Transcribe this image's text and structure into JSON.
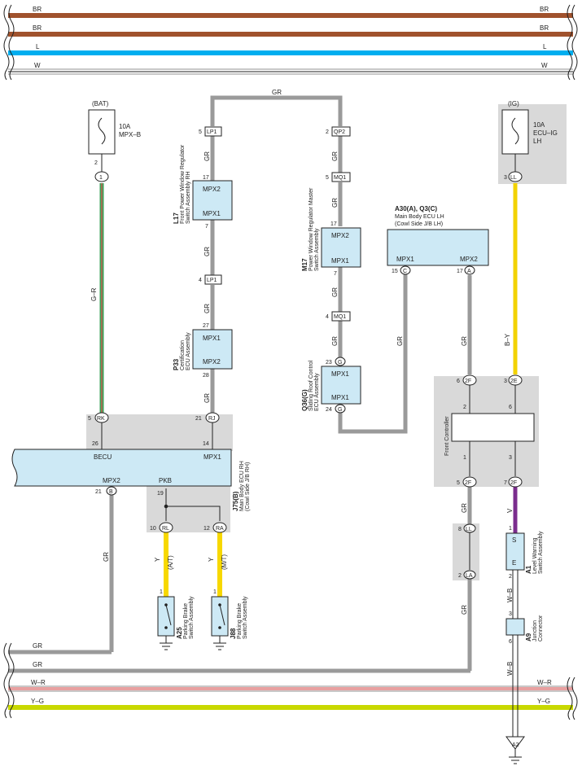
{
  "bus": {
    "top": [
      "BR",
      "BR",
      "L",
      "W"
    ],
    "bottom": [
      "GR",
      "GR",
      "W–R",
      "Y–G"
    ]
  },
  "colors": {
    "BR": "#a0522d",
    "L": "#00aeef",
    "W": "#ffffff",
    "GR": "#9a9a9a",
    "W-R": "#e8a0a0",
    "Y-G": "#c8d800",
    "Y": "#f7d800",
    "V": "#7b2d8e",
    "B-Y": "#f2d200",
    "G-R": "#3aa35a"
  },
  "labels": {
    "bat": "(BAT)",
    "ig": "(IG)",
    "fuse1_a": "10A",
    "fuse1_b": "MPX–B",
    "fuse2_a": "10A",
    "fuse2_b": "ECU–IG",
    "fuse2_c": "LH",
    "pin2": "2",
    "pin1c": "1",
    "wire_gr": "G–R",
    "wire_by": "B–Y",
    "gr": "GR",
    "y": "Y",
    "v": "V",
    "wb": "W–B",
    "at": "(A/T)",
    "mt": "(M/T)",
    "lp1": "LP1",
    "qp2": "QP2",
    "mq1": "MQ1",
    "rk": "RK",
    "rj": "RJ",
    "rl": "RL",
    "ra": "RA",
    "b": "B",
    "c": "C",
    "a": "A",
    "g": "G",
    "ll": "LL",
    "la": "LA",
    "f2": "2F",
    "e2": "2E",
    "mpx1": "MPX1",
    "mpx2": "MPX2",
    "becu": "BECU",
    "pkb": "PKB",
    "l17_id": "L17",
    "l17_n1": "Front Power Window Regulator",
    "l17_n2": "Switch Assembly RH",
    "m17_id": "M17",
    "m17_n1": "Power Window Regulator Master",
    "m17_n2": "Switch Assembly",
    "p33_id": "P33",
    "p33_n1": "Certification",
    "p33_n2": "ECU Assembly",
    "q36_id": "Q36(G)",
    "q36_n1": "Sliding Roof Control",
    "q36_n2": "ECU Assembly",
    "a30_id": "A30(A), Q3(C)",
    "a30_n1": "Main Body ECU LH",
    "a30_n2": "(Cowl Side J/B LH)",
    "j75_id": "J75(B)",
    "j75_n1": "Main Body ECU RH",
    "j75_n2": "(Cowl Side J/B RH)",
    "fc": "Front Controller",
    "a25_id": "A25",
    "a25_n1": "Parking Brake",
    "a25_n2": "Switch Assembly",
    "j88_id": "J88",
    "j88_n1": "Parking Brake",
    "j88_n2": "Switch Assembly",
    "a1_id": "A1",
    "a1_n1": "Level Warning",
    "a1_n2": "Switch Assembly",
    "a9_id": "A9",
    "a9_n1": "Junction",
    "a9_n2": "Connector",
    "a2": "A2",
    "s": "S",
    "e": "E",
    "n5": "5",
    "n17": "17",
    "n7": "7",
    "n4": "4",
    "n27": "27",
    "n28": "28",
    "n21": "21",
    "n14": "14",
    "n26": "26",
    "n2": "2",
    "n23": "23",
    "n24": "24",
    "n15": "15",
    "n3": "3",
    "n6": "6",
    "n1": "1",
    "n19": "19",
    "n10": "10",
    "n12": "12",
    "n8": "8"
  }
}
